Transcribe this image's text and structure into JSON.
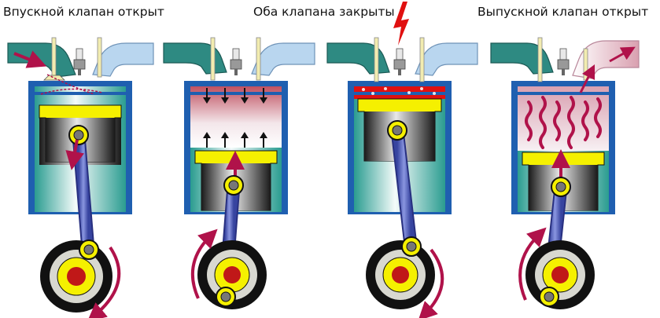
{
  "labels": {
    "intake": "Впускной клапан открыт",
    "compression": "Оба клапана закрыты",
    "exhaust": "Выпускной клапан открыт"
  },
  "colors": {
    "cylinder": "#1f5fb0",
    "intake_port": "#2e8a82",
    "exhaust_port": "#b9d6ef",
    "piston": "#f5f000",
    "rod": "#4a59b8",
    "arrow": "#b0124a",
    "crank_outer": "#111111",
    "crank_mid": "#d8d8d0",
    "spark": "#e01010"
  },
  "icons": [
    "lightning-bolt-icon",
    "spark-plug-icon",
    "rotation-arrow-icon"
  ]
}
